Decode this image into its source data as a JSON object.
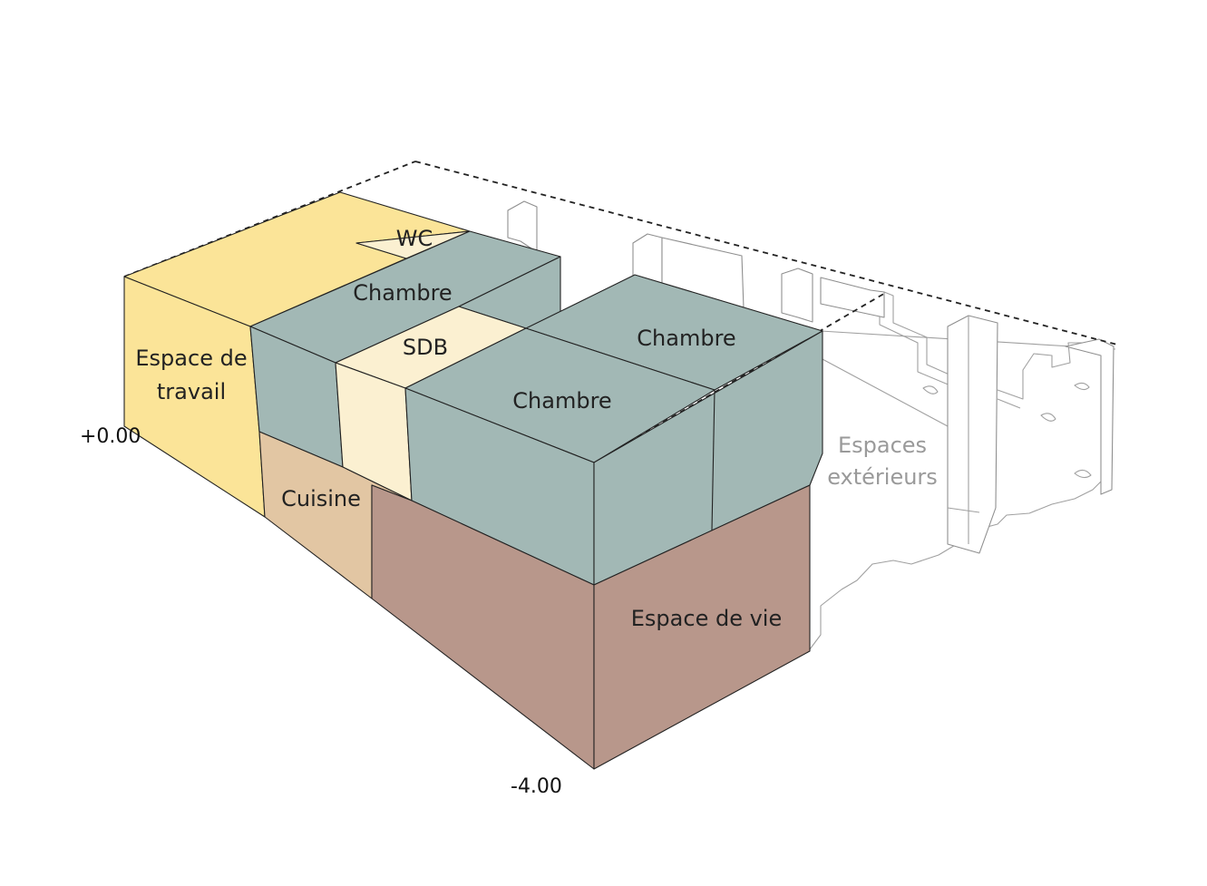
{
  "rooms": {
    "workspace": {
      "label_line1": "Espace de",
      "label_line2": "travail",
      "color": "#fbe498"
    },
    "wc": {
      "label": "WC",
      "color": "#fbf0d1"
    },
    "bedroom_back": {
      "label": "Chambre",
      "color": "#a2b8b5"
    },
    "bathroom": {
      "label": "SDB",
      "color": "#fbf0d1"
    },
    "bedroom_right": {
      "label": "Chambre",
      "color": "#a2b8b5"
    },
    "bedroom_front": {
      "label": "Chambre",
      "color": "#a2b8b5"
    },
    "kitchen": {
      "label": "Cuisine",
      "color": "#e2c6a3"
    },
    "living": {
      "label": "Espace de vie",
      "color": "#b8978b"
    }
  },
  "levels": {
    "top": "+0.00",
    "bottom": "-4.00"
  },
  "outdoor": {
    "label_line1": "Espaces",
    "label_line2": "extérieurs"
  }
}
